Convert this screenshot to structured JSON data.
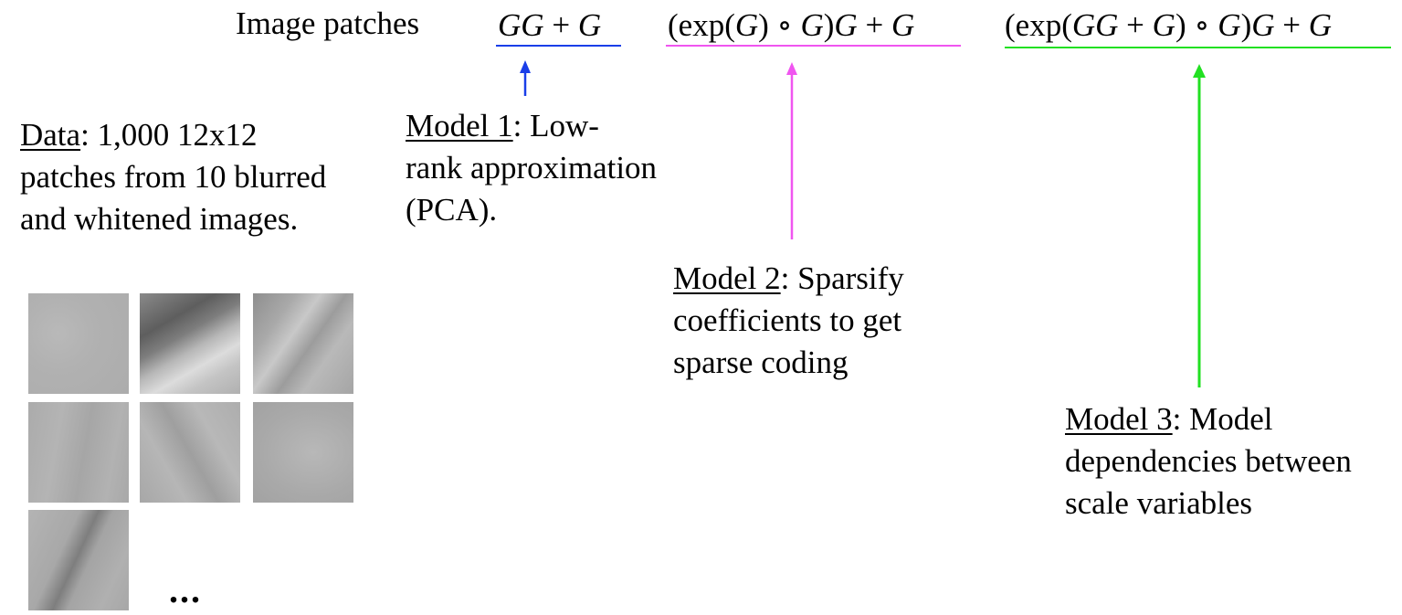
{
  "header": {
    "title": "Image patches",
    "formula_1": [
      "GG",
      " + ",
      "G"
    ],
    "formula_2": [
      "(exp(",
      "G",
      ") ∘ ",
      "G",
      ")",
      "G",
      " + ",
      "G"
    ],
    "formula_3": [
      "(exp(",
      "GG",
      " + ",
      "G",
      ") ∘ ",
      "G",
      ")",
      "G",
      " + ",
      "G"
    ]
  },
  "data_block": {
    "heading": "Data",
    "line1": ":  1,000 12x12",
    "line2": "patches from 10 blurred",
    "line3": "and whitened images."
  },
  "model1": {
    "heading": "Model 1",
    "line1": ":  Low-",
    "line2": "rank approximation",
    "line3": "(PCA)."
  },
  "model2": {
    "heading": "Model 2",
    "line1": ":  Sparsify",
    "line2": "coefficients to get",
    "line3": "sparse coding"
  },
  "model3": {
    "heading": "Model 3",
    "line1": ":  Model",
    "line2": "dependencies between",
    "line3": "scale variables"
  },
  "ellipsis": "...",
  "colors": {
    "model1": "#1a3ee8",
    "model2": "#f055f0",
    "model3": "#22e022"
  }
}
